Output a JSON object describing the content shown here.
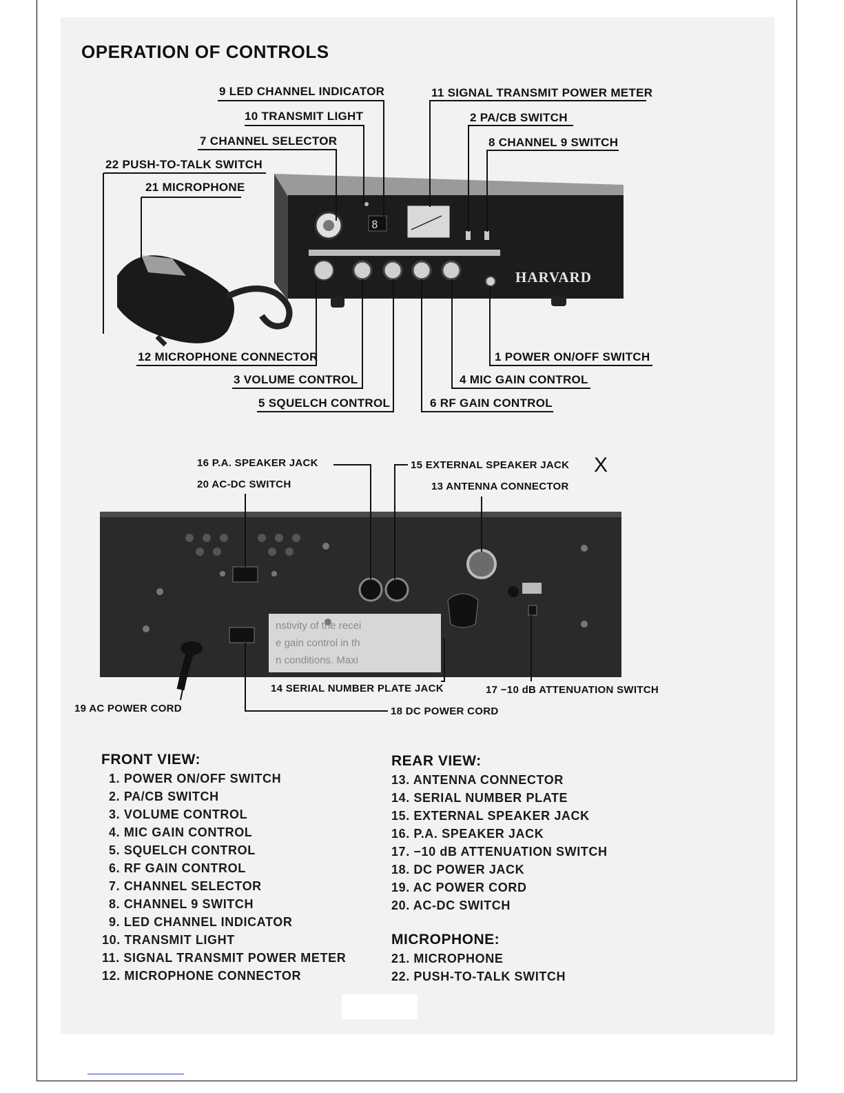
{
  "title": "OPERATION OF CONTROLS",
  "front_callouts": {
    "c9": "9 LED CHANNEL INDICATOR",
    "c10": "10 TRANSMIT LIGHT",
    "c7": "7 CHANNEL SELECTOR",
    "c22": "22 PUSH-TO-TALK SWITCH",
    "c21": "21 MICROPHONE",
    "c11": "11 SIGNAL TRANSMIT POWER METER",
    "c2": "2 PA/CB SWITCH",
    "c8": "8 CHANNEL 9 SWITCH",
    "c12": "12 MICROPHONE CONNECTOR",
    "c3": "3 VOLUME CONTROL",
    "c5": "5 SQUELCH CONTROL",
    "c1": "1 POWER ON/OFF SWITCH",
    "c4": "4 MIC GAIN CONTROL",
    "c6": "6 RF GAIN CONTROL"
  },
  "radio_brand": "HARVARD",
  "rear_callouts": {
    "c16": "16 P.A. SPEAKER JACK",
    "c20": "20 AC-DC SWITCH",
    "c15": "15 EXTERNAL SPEAKER JACK",
    "c13": "13 ANTENNA CONNECTOR",
    "c14": "14 SERIAL NUMBER PLATE JACK",
    "c17": "17 −10 dB ATTENUATION SWITCH",
    "c19": "19 AC POWER CORD",
    "c18": "18 DC POWER CORD"
  },
  "mark": "X",
  "front_view": {
    "heading": "FRONT VIEW:",
    "items": [
      "1. POWER ON/OFF SWITCH",
      "2. PA/CB SWITCH",
      "3. VOLUME CONTROL",
      "4. MIC GAIN CONTROL",
      "5. SQUELCH CONTROL",
      "6. RF GAIN CONTROL",
      "7. CHANNEL SELECTOR",
      "8. CHANNEL 9 SWITCH",
      "9. LED CHANNEL INDICATOR",
      "10. TRANSMIT LIGHT",
      "11. SIGNAL TRANSMIT POWER METER",
      "12. MICROPHONE CONNECTOR"
    ]
  },
  "rear_view": {
    "heading": "REAR VIEW:",
    "items": [
      "13. ANTENNA CONNECTOR",
      "14. SERIAL NUMBER PLATE",
      "15. EXTERNAL SPEAKER JACK",
      "16. P.A. SPEAKER JACK",
      "17. −10 dB ATTENUATION SWITCH",
      "18. DC POWER JACK",
      "19. AC POWER CORD",
      "20. AC-DC SWITCH"
    ]
  },
  "microphone": {
    "heading": "MICROPHONE:",
    "items": [
      "21. MICROPHONE",
      "22. PUSH-TO-TALK SWITCH"
    ]
  }
}
